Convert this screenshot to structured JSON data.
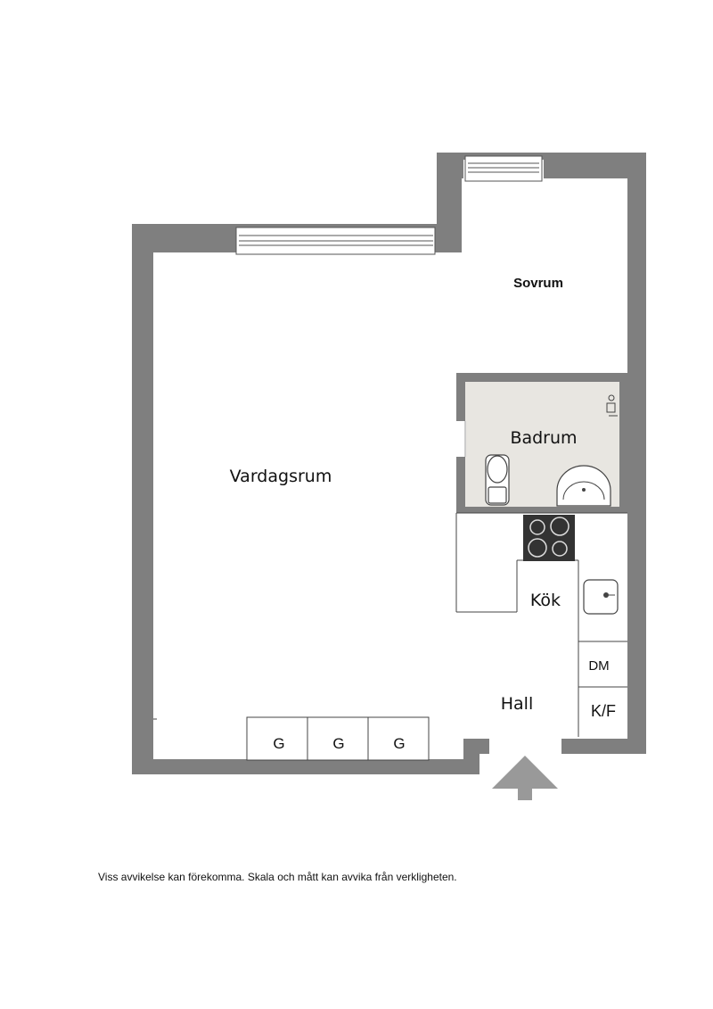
{
  "rooms": {
    "living": "Vardagsrum",
    "bedroom": "Sovrum",
    "bathroom": "Badrum",
    "kitchen": "Kök",
    "hall": "Hall"
  },
  "fixtures": {
    "wardrobe": "G",
    "dishwasher": "DM",
    "fridge_freezer": "K/F"
  },
  "disclaimer": "Viss avvikelse kan förekomma. Skala och mått kan avvika från verkligheten.",
  "colors": {
    "wall": "#7f7f7f",
    "bathroom_floor": "#e8e6e1",
    "arrow": "#999999",
    "stove": "#333333"
  },
  "icons": {
    "entrance": "entrance-arrow-icon",
    "toilet": "toilet-icon",
    "washbasin": "washbasin-icon",
    "shower": "shower-icon",
    "sink": "kitchen-sink-icon",
    "stove": "stove-icon"
  }
}
